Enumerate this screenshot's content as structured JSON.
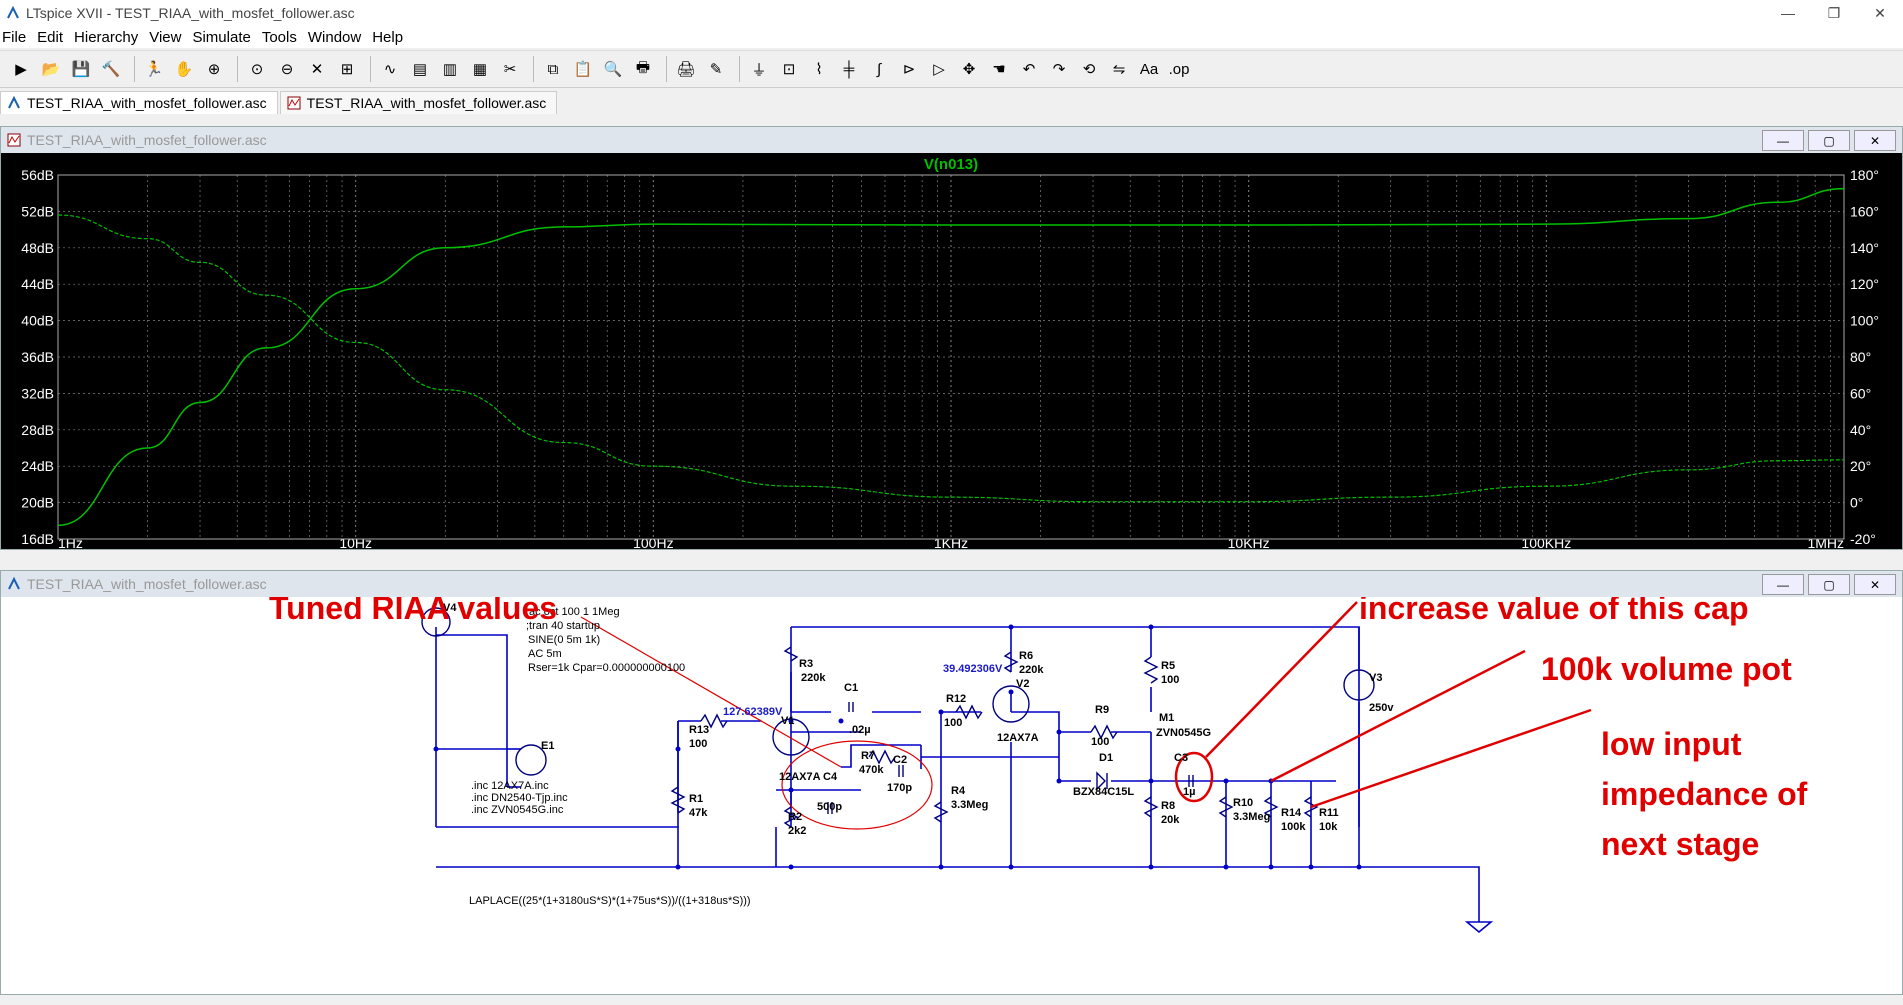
{
  "window": {
    "title": "LTspice XVII - TEST_RIAA_with_mosfet_follower.asc",
    "controls": [
      "—",
      "❐",
      "✕"
    ]
  },
  "menu": [
    "File",
    "Edit",
    "Hierarchy",
    "View",
    "Simulate",
    "Tools",
    "Window",
    "Help"
  ],
  "toolbar_icons": [
    "run-icon",
    "open-icon",
    "save-icon",
    "control-panel-icon",
    "halt-icon",
    "pan-hand-icon",
    "zoom-in-icon",
    "zoom-area-icon",
    "zoom-out-icon",
    "zoom-fit-icon",
    "autorange-icon",
    "waveform-icon",
    "tile-horizontal-icon",
    "tile-vertical-icon",
    "cascade-icon",
    "cut-icon",
    "copy-icon",
    "paste-icon",
    "find-icon",
    "print-icon",
    "print-setup-icon",
    "draw-wire-icon",
    "ground-icon",
    "label-net-icon",
    "resistor-icon",
    "capacitor-icon",
    "inductor-icon",
    "diode-icon",
    "component-icon",
    "move-icon",
    "drag-icon",
    "undo-icon",
    "redo-icon",
    "rotate-icon",
    "mirror-icon",
    "text-icon",
    "spice-directive-icon"
  ],
  "tabs": [
    {
      "label": "TEST_RIAA_with_mosfet_follower.asc",
      "icon": "schematic-icon"
    },
    {
      "label": "TEST_RIAA_with_mosfet_follower.asc",
      "icon": "waveform-icon"
    }
  ],
  "plot_window": {
    "title": "TEST_RIAA_with_mosfet_follower.asc",
    "trace_label": "V(n013)",
    "colors": {
      "background": "#000000",
      "trace": "#00c000",
      "grid": "#808080",
      "trace_label": "#00c000"
    }
  },
  "chart_data": {
    "type": "line",
    "title": "V(n013)",
    "x_scale": "log",
    "xlim": [
      1,
      1000000
    ],
    "x_tick_labels": [
      "1Hz",
      "10Hz",
      "100Hz",
      "1KHz",
      "10KHz",
      "100KHz",
      "1MHz"
    ],
    "left_ylim": [
      16,
      56
    ],
    "left_tick_labels": [
      "56dB",
      "52dB",
      "48dB",
      "44dB",
      "40dB",
      "36dB",
      "32dB",
      "28dB",
      "24dB",
      "20dB",
      "16dB"
    ],
    "right_ylim": [
      -20,
      180
    ],
    "right_tick_labels": [
      "180°",
      "160°",
      "140°",
      "120°",
      "100°",
      "80°",
      "60°",
      "40°",
      "20°",
      "0°",
      "-20°"
    ],
    "grid": true,
    "series": [
      {
        "axis": "left",
        "style": "solid",
        "x": [
          1,
          2,
          3,
          5,
          10,
          20,
          50,
          100,
          1000,
          10000,
          100000,
          300000,
          600000,
          1000000
        ],
        "y": [
          17.5,
          26,
          31,
          37,
          43.5,
          48,
          50.3,
          50.6,
          50.5,
          50.5,
          50.6,
          51.2,
          53,
          54.5
        ]
      },
      {
        "axis": "right",
        "style": "dashed",
        "x": [
          1,
          2,
          3,
          5,
          10,
          20,
          50,
          100,
          300,
          1000,
          3000,
          10000,
          30000,
          100000,
          300000,
          600000,
          1000000
        ],
        "y": [
          158,
          145,
          132,
          114,
          88,
          62,
          33,
          20,
          9,
          3,
          0.5,
          0.5,
          3,
          9,
          18,
          23,
          23.5
        ]
      }
    ]
  },
  "schematic_window": {
    "title": "TEST_RIAA_with_mosfet_follower.asc",
    "colors": {
      "wire": "#0000c8",
      "component": "#000080",
      "label": "#000000",
      "node_voltage": "#1a1acc",
      "annotation": "#e00000"
    },
    "directives": [
      ".ac oct 100 1 1Meg",
      ";tran 40 startup",
      "SINE(0 5m 1k)",
      "AC 5m",
      "Rser=1k Cpar=0.000000000100"
    ],
    "includes": [
      ".inc 12AX7A.inc",
      ".inc DN2540-Tjp.inc",
      ".inc ZVN0545G.inc"
    ],
    "laplace": "LAPLACE((25*(1+3180uS*S)*(1+75us*S))/((1+318us*S)))",
    "node_voltages": [
      "127.62389V",
      "39.492306V"
    ],
    "components": [
      {
        "ref": "V4"
      },
      {
        "ref": "E1"
      },
      {
        "ref": "R13",
        "value": "100"
      },
      {
        "ref": "R1",
        "value": "47k"
      },
      {
        "ref": "R3",
        "value": "220k"
      },
      {
        "ref": "V1",
        "value": "12AX7A"
      },
      {
        "ref": "R2",
        "value": "2k2"
      },
      {
        "ref": "C1",
        "value": ".02µ"
      },
      {
        "ref": "R7",
        "value": "470k"
      },
      {
        "ref": "C2",
        "value": "170p"
      },
      {
        "ref": "C4",
        "value": "500p"
      },
      {
        "ref": "R4",
        "value": "3.3Meg"
      },
      {
        "ref": "R12",
        "value": "100"
      },
      {
        "ref": "R6",
        "value": "220k"
      },
      {
        "ref": "V2",
        "value": "12AX7A"
      },
      {
        "ref": "R9",
        "value": "100"
      },
      {
        "ref": "R5",
        "value": "100"
      },
      {
        "ref": "M1",
        "value": "ZVN0545G"
      },
      {
        "ref": "D1",
        "value": "BZX84C15L"
      },
      {
        "ref": "R8",
        "value": "20k"
      },
      {
        "ref": "C3",
        "value": "1µ"
      },
      {
        "ref": "R10",
        "value": "3.3Meg"
      },
      {
        "ref": "R14",
        "value": "100k"
      },
      {
        "ref": "R11",
        "value": "10k"
      },
      {
        "ref": "V3",
        "value": "250v"
      }
    ],
    "annotations": {
      "tuned": "Tuned RIAA values",
      "cap": "increase value of this cap",
      "pot": "100k volume pot",
      "low_line1": "low input",
      "low_line2": "impedance of",
      "low_line3": "next stage"
    }
  }
}
